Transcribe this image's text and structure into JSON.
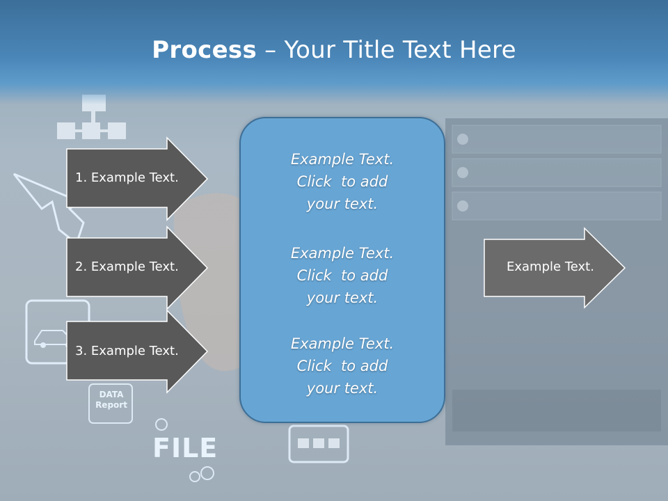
{
  "slide": {
    "title_bold": "Process",
    "title_rest": " – Your Title Text Here"
  },
  "left_arrows": [
    {
      "label": "1. Example Text."
    },
    {
      "label": "2. Example Text."
    },
    {
      "label": "3. Example Text."
    }
  ],
  "center_blocks": [
    {
      "line1": "Example Text.",
      "line2": "Click  to add",
      "line3": "your text."
    },
    {
      "line1": "Example Text.",
      "line2": "Click  to add",
      "line3": "your text."
    },
    {
      "line1": "Example Text.",
      "line2": "Click  to add",
      "line3": "your text."
    }
  ],
  "right_arrow": {
    "label": "Example Text."
  },
  "background": {
    "data_report_line1": "DATA",
    "data_report_line2": "Report",
    "file_text": "FILE",
    "icons": [
      "flowchart-icon",
      "pointer-hand-icon",
      "car-icon",
      "gear-icon",
      "server-rack-icon"
    ]
  },
  "colors": {
    "title_bar": "#4a86b8",
    "arrow_fill": "#595959",
    "center_box": "#67a5d4",
    "center_border": "#3d6f97"
  }
}
